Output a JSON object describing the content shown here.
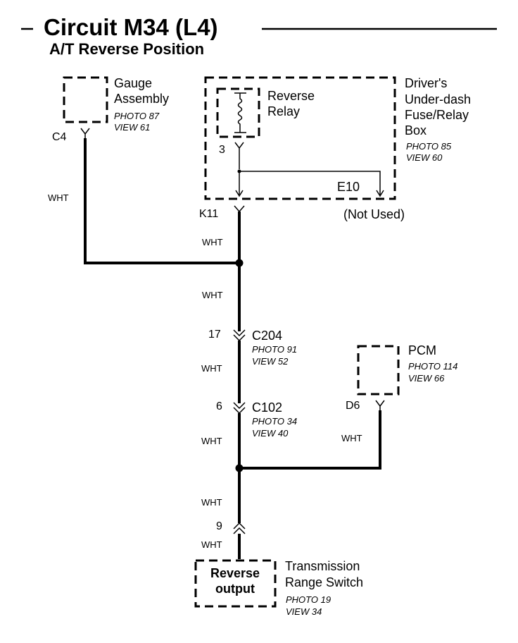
{
  "header": {
    "title": "Circuit M34 (L4)",
    "subtitle": "A/T Reverse Position"
  },
  "components": {
    "gauge": {
      "name": [
        "Gauge",
        "Assembly"
      ],
      "photo": "PHOTO 87",
      "view": "VIEW 61",
      "connector": "C4"
    },
    "fusebox": {
      "name": [
        "Driver's",
        "Under-dash",
        "Fuse/Relay",
        "Box"
      ],
      "photo": "PHOTO 85",
      "view": "VIEW 60",
      "relay_label": [
        "Reverse",
        "Relay"
      ],
      "relay_pin": "3",
      "e10": "E10",
      "not_used": "(Not Used)",
      "connector": "K11"
    },
    "c204": {
      "pin": "17",
      "name": "C204",
      "photo": "PHOTO 91",
      "view": "VIEW 52"
    },
    "c102": {
      "pin": "6",
      "name": "C102",
      "photo": "PHOTO 34",
      "view": "VIEW 40"
    },
    "pcm": {
      "name": "PCM",
      "photo": "PHOTO 114",
      "view": "VIEW 66",
      "connector": "D6"
    },
    "trs": {
      "name": [
        "Transmission",
        "Range Switch"
      ],
      "photo": "PHOTO 19",
      "view": "VIEW 34",
      "pin": "9",
      "inner": [
        "Reverse",
        "output"
      ]
    }
  },
  "wires": {
    "gauge": "WHT",
    "k11": "WHT",
    "c204_top": "WHT",
    "c204_c102": "WHT",
    "c102_bottom": "WHT",
    "pcm": "WHT",
    "trs_top": "WHT",
    "trs_pin": "WHT"
  }
}
